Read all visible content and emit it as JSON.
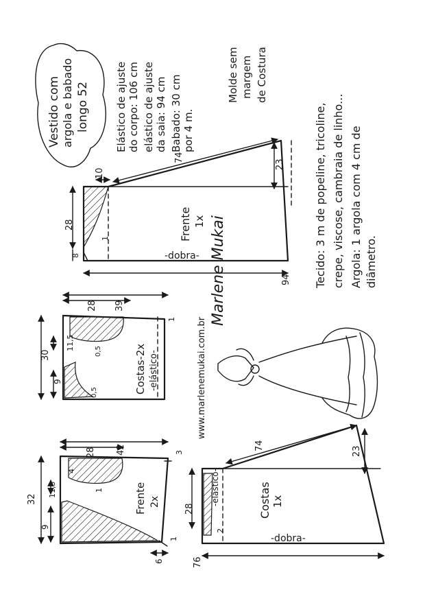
{
  "title_bubble": {
    "line1": "Vestido com",
    "line2": "argola e babado",
    "line3": "longo 52"
  },
  "specs": {
    "line1": "Elástico de ajuste",
    "line2": "do corpo: 106 cm",
    "line3": "elástico de ajuste",
    "line4": "da saia: 94 cm",
    "line5": "Babado: 30 cm",
    "line6": "por 4 m.",
    "seam1": "Molde sem",
    "seam2": "margem",
    "seam3": "de Costura"
  },
  "fabric": {
    "line1": "Tecido: 3 m de popeline, tricoline,",
    "line2": "crepe, viscose, cambraia de linho...",
    "line3": "Argola: 1 argola com 4 cm de",
    "line4": "diâmetro."
  },
  "signature": "Marlene Mukai",
  "website": "www.marlenemukai.com.br",
  "pieces": {
    "skirt_front": {
      "name": "Frente",
      "count": "1x",
      "fold": "-dobra-",
      "m_top": "10",
      "m_diag": "74",
      "m_right": "23",
      "m_left": "28",
      "m_side": "8",
      "m_bottom": "94",
      "m_inner": "1"
    },
    "bodice_back": {
      "name": "Costas-2x",
      "sub": "-elástico-",
      "m_width": "30",
      "m_top1": "28",
      "m_top2": "39",
      "m_a": "11,5",
      "m_b": "9",
      "m_c": "0,5",
      "m_d": "0,5",
      "m_e": "1"
    },
    "bodice_front": {
      "name": "Frente",
      "count": "2x",
      "m_width": "32",
      "m_top1": "28",
      "m_top2": "42",
      "m_a": "11,5",
      "m_b": "9",
      "m_c": "4",
      "m_d": "1",
      "m_e": "3",
      "m_f": "6",
      "m_g": "1"
    },
    "skirt_back": {
      "name": "Costas",
      "count": "1x",
      "fold": "-dobra-",
      "sub": "-elástico-",
      "m_diag": "74",
      "m_right": "23",
      "m_left": "28",
      "m_side": "2",
      "m_bottom": "76"
    }
  }
}
